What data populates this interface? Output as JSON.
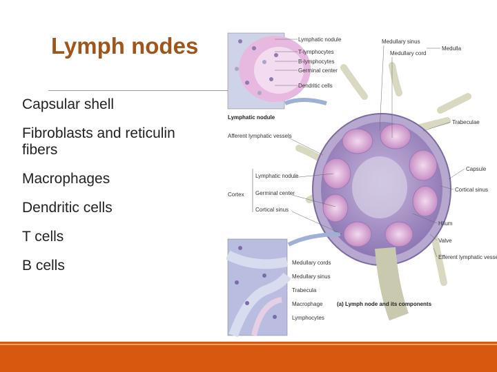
{
  "title": "Lymph nodes",
  "bullets": [
    "Capsular shell",
    "Fibroblasts and reticulin fibers",
    "Macrophages",
    "Dendritic cells",
    "T cells",
    "B cells"
  ],
  "figure": {
    "top_labels": [
      "Lymphatic nodule",
      "T-lymphocytes",
      "B-lymphocytes",
      "Germinal center",
      "Dendritic cells"
    ],
    "nodule_caption": "Lymphatic nodule",
    "afferent_label": "Afferent lymphatic vessels",
    "cortex_label": "Cortex",
    "cortex_items": [
      "Lymphatic nodule",
      "Germinal center",
      "Cortical sinus"
    ],
    "bottom_labels": [
      "Medullary cords",
      "Medullary sinus",
      "Trabecula",
      "Macrophage",
      "Lymphocytes"
    ],
    "right_labels": {
      "medullary_sinus": "Medullary sinus",
      "medullary_cord": "Medullary cord",
      "medulla": "Medulla",
      "trabeculae": "Trabeculae",
      "capsule": "Capsule",
      "cortical_sinus": "Cortical sinus",
      "hilum": "Hilum",
      "valve": "Valve",
      "efferent": "Efferent lymphatic vessel"
    },
    "caption": "(a) Lymph node and its components"
  }
}
